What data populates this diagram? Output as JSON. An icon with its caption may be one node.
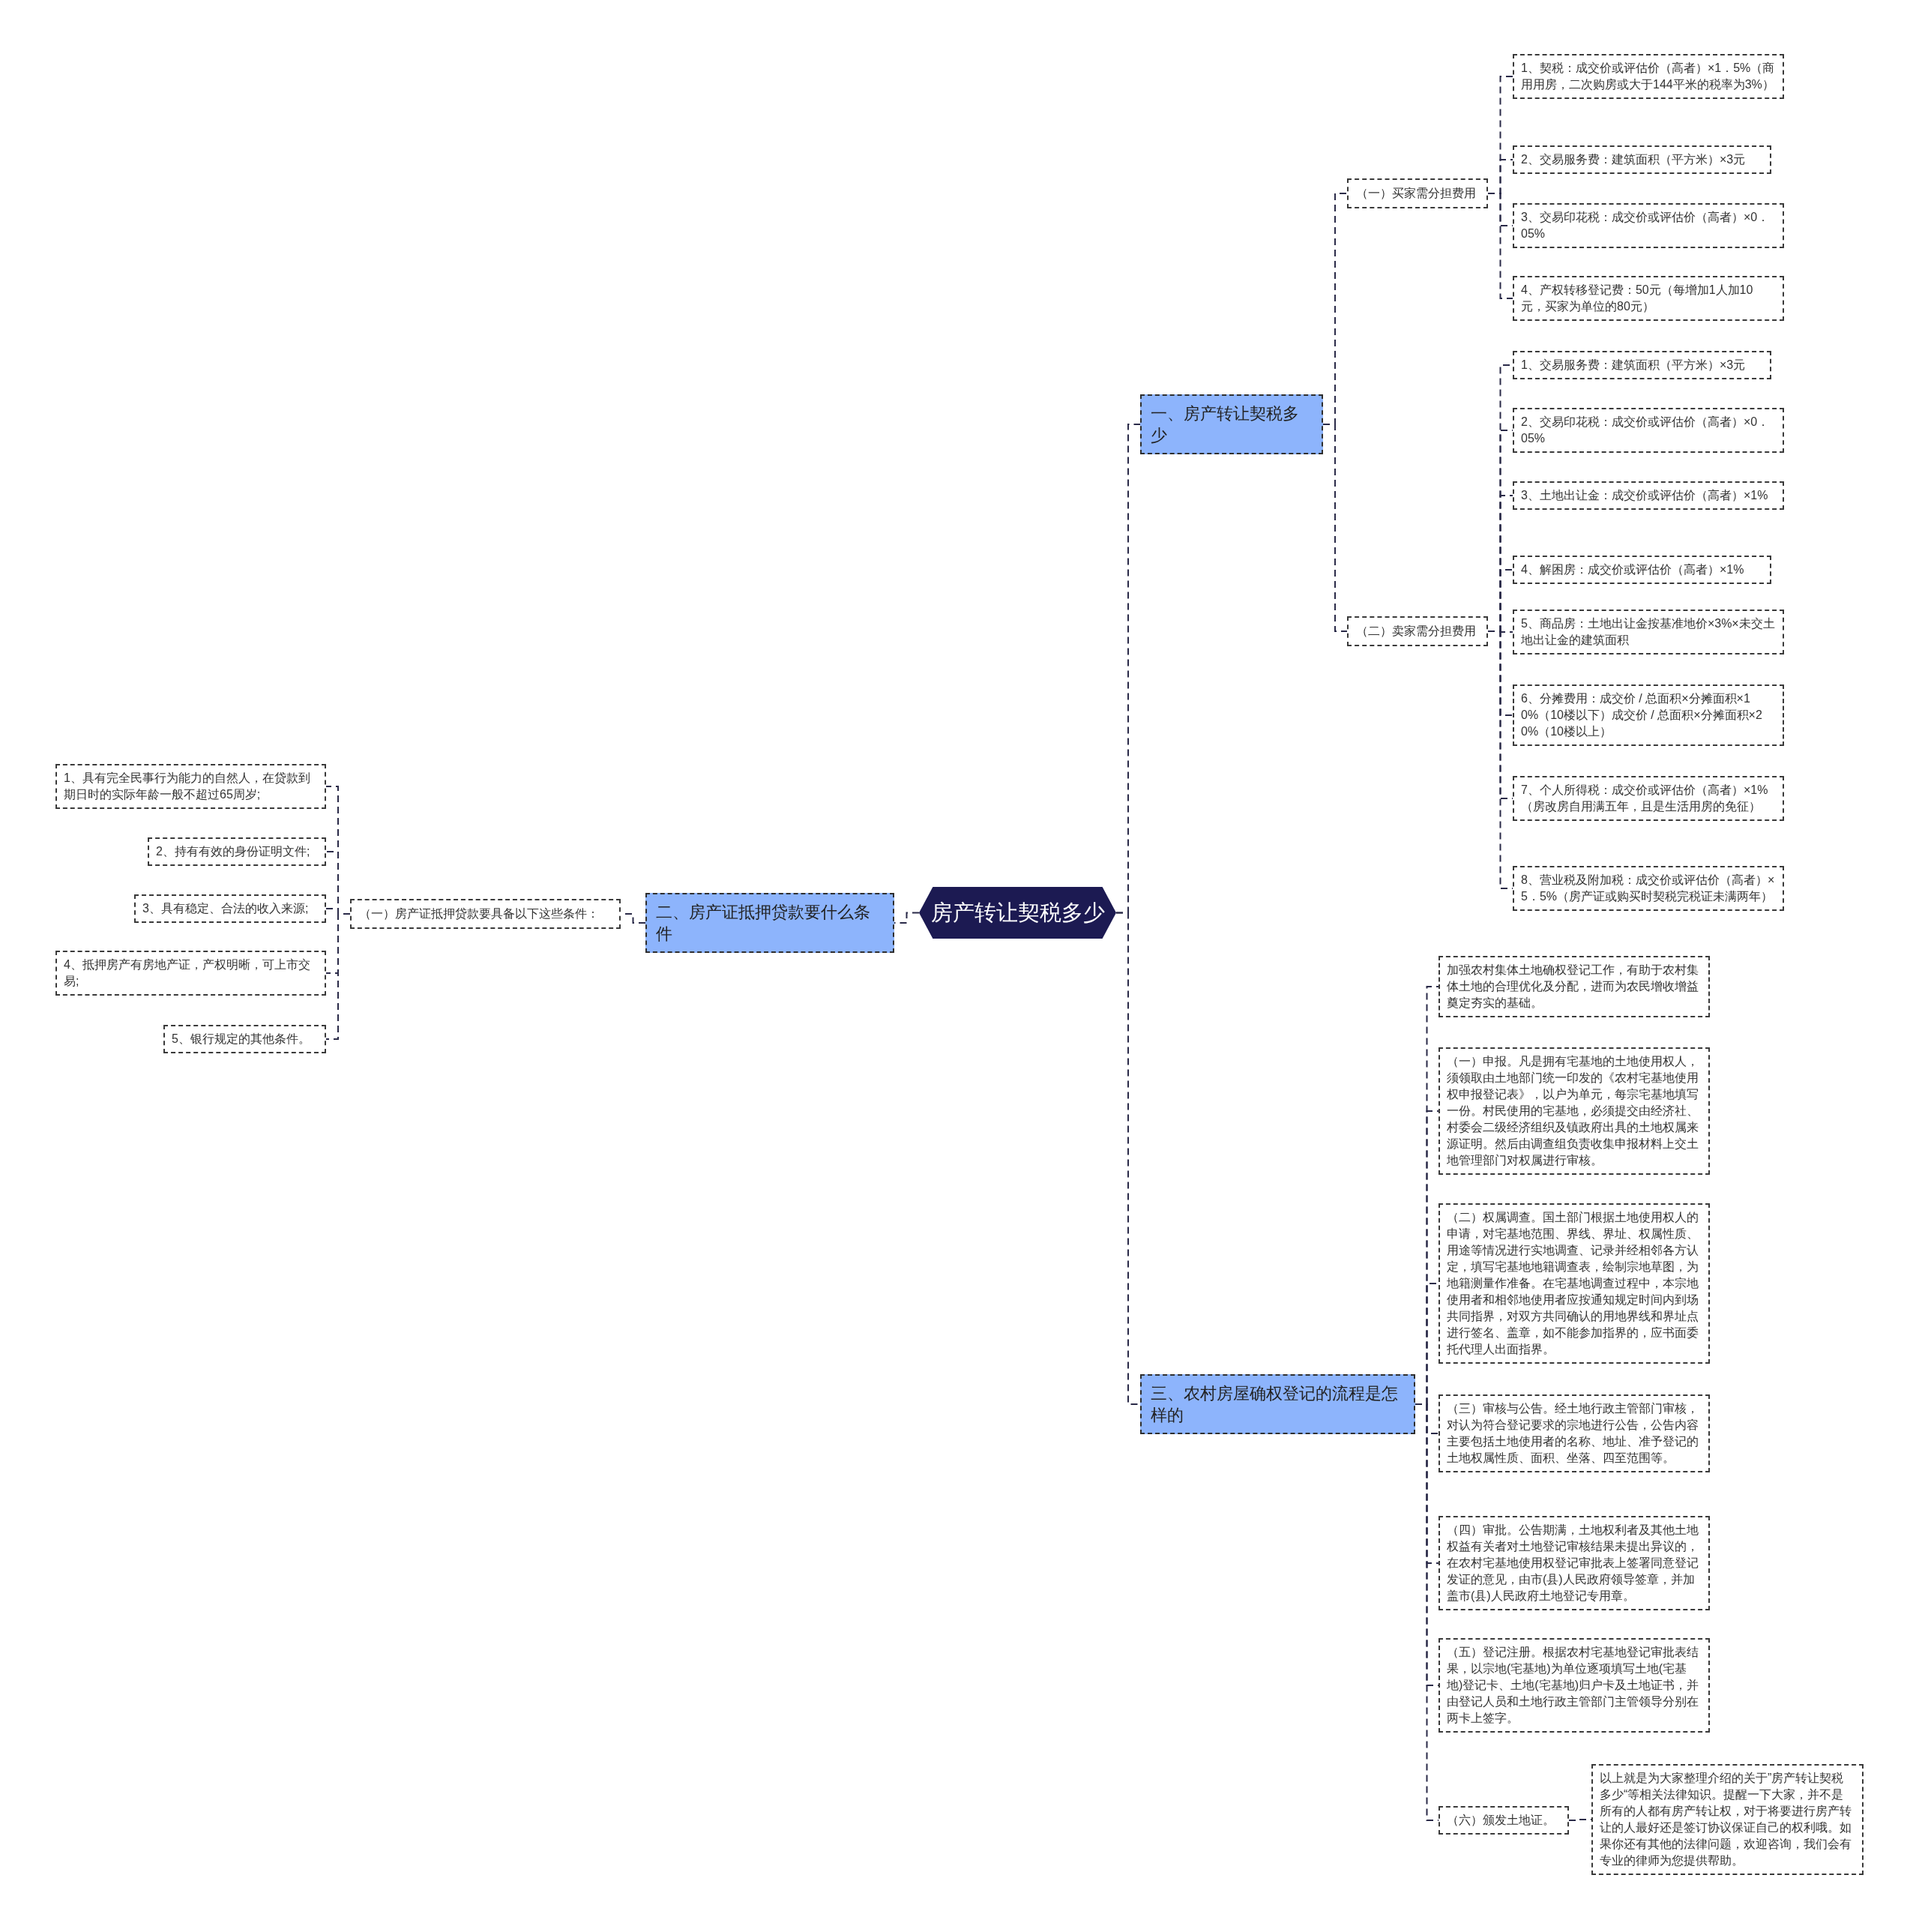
{
  "diagram": {
    "nodes": [
      {
        "text": [
          "房产转让契税多少"
        ]
      },
      {
        "text": [
          "一、房产转让契税多少"
        ]
      },
      {
        "text": [
          "（一）买家需分担费用"
        ]
      },
      {
        "text": [
          "1、契税：成交价或评估价（高者）×1．5%（商用用房，二次购房或大于144平米的税率为3%）"
        ]
      },
      {
        "text": [
          "2、交易服务费：建筑面积（平方米）×3元"
        ]
      },
      {
        "text": [
          "3、交易印花税：成交价或评估价（高者）×0．05%"
        ]
      },
      {
        "text": [
          "4、产权转移登记费：50元（每增加1人加10元，买家为单位的80元）"
        ]
      },
      {
        "text": [
          "（二）卖家需分担费用"
        ]
      },
      {
        "text": [
          "1、交易服务费：建筑面积（平方米）×3元"
        ]
      },
      {
        "text": [
          "2、交易印花税：成交价或评估价（高者）×0．05%"
        ]
      },
      {
        "text": [
          "3、土地出让金：成交价或评估价（高者）×1%"
        ]
      },
      {
        "text": [
          "4、解困房：成交价或评估价（高者）×1%"
        ]
      },
      {
        "text": [
          "5、商品房：土地出让金按基准地价×3%×未交土地出让金的建筑面积"
        ]
      },
      {
        "text": [
          "6、分摊费用：成交价 / 总面积×分摊面积×10%（10楼以下）成交价 / 总面积×分摊面积×20%（10楼以上）"
        ]
      },
      {
        "text": [
          "7、个人所得税：成交价或评估价（高者）×1%（房改房自用满五年，且是生活用房的免征）"
        ]
      },
      {
        "text": [
          "8、营业税及附加税：成交价或评估价（高者）×5．5%（房产证或购买时契税完税证未满两年）"
        ]
      },
      {
        "text": [
          "二、房产证抵押贷款要什么条件"
        ]
      },
      {
        "text": [
          "（一）房产证抵押贷款要具备以下这些条件："
        ]
      },
      {
        "text": [
          "1、具有完全民事行为能力的自然人，在贷款到期日时的实际年龄一般不超过65周岁;"
        ]
      },
      {
        "text": [
          "2、持有有效的身份证明文件;"
        ]
      },
      {
        "text": [
          "3、具有稳定、合法的收入来源;"
        ]
      },
      {
        "text": [
          "4、抵押房产有房地产证，产权明晰，可上市交易;"
        ]
      },
      {
        "text": [
          "5、银行规定的其他条件。"
        ]
      },
      {
        "text": [
          "三、农村房屋确权登记的流程是怎样的"
        ]
      },
      {
        "text": [
          "加强农村集体土地确权登记工作，有助于农村集体土地的合理优化及分配，进而为农民增收增益奠定夯实的基础。"
        ]
      },
      {
        "text": [
          "（一）申报。凡是拥有宅基地的土地使用权人，须领取由土地部门统一印发的《农村宅基地使用权申报登记表》，以户为单元，每宗宅基地填写一份。村民使用的宅基地，必须提交由经济社、村委会二级经济组织及镇政府出具的土地权属来源证明。然后由调查组负责收集申报材料上交土地管理部门对权属进行审核。"
        ]
      },
      {
        "text": [
          "（二）权属调查。国土部门根据土地使用权人的申请，对宅基地范围、界线、界址、权属性质、用途等情况进行实地调查、记录并经相邻各方认定，填写宅基地地籍调查表，绘制宗地草图，为地籍测量作准备。在宅基地调查过程中，本宗地使用者和相邻地使用者应按通知规定时间内到场共同指界，对双方共同确认的用地界线和界址点进行签名、盖章，如不能参加指界的，应书面委托代理人出面指界。"
        ]
      },
      {
        "text": [
          "（三）审核与公告。经土地行政主管部门审核，对认为符合登记要求的宗地进行公告，公告内容主要包括土地使用者的名称、地址、准予登记的土地权属性质、面积、坐落、四至范围等。"
        ]
      },
      {
        "text": [
          "（四）审批。公告期满，土地权利者及其他土地权益有关者对土地登记审核结果未提出异议的，在农村宅基地使用权登记审批表上签署同意登记发证的意见，由市(县)人民政府领导签章，并加盖市(县)人民政府土地登记专用章。"
        ]
      },
      {
        "text": [
          "（五）登记注册。根据农村宅基地登记审批表结果，以宗地(宅基地)为单位逐项填写土地(宅基地)登记卡、土地(宅基地)归户卡及土地证书，并由登记人员和土地行政主管部门主管领导分别在两卡上签字。"
        ]
      },
      {
        "text": [
          "（六）颁发土地证。"
        ]
      },
      {
        "text": [
          "以上就是为大家整理介绍的关于”房产转让契税多少“等相关法律知识。提醒一下大家，并不是所有的人都有房产转让权，对于将要进行房产转让的人最好还是签订协议保证自己的权利哦。如果你还有其他的法律问题，欢迎咨询，我们会有专业的律师为您提供帮助。"
        ]
      }
    ],
    "edges": [
      {
        "from": 0,
        "to": 1,
        "arrow": "none",
        "style": "dashed"
      },
      {
        "from": 1,
        "to": 2,
        "arrow": "none",
        "style": "dashed"
      },
      {
        "from": 2,
        "to": 3,
        "arrow": "none",
        "style": "dashed"
      },
      {
        "from": 2,
        "to": 4,
        "arrow": "none",
        "style": "dashed"
      },
      {
        "from": 2,
        "to": 5,
        "arrow": "none",
        "style": "dashed"
      },
      {
        "from": 2,
        "to": 6,
        "arrow": "none",
        "style": "dashed"
      },
      {
        "from": 1,
        "to": 7,
        "arrow": "none",
        "style": "dashed"
      },
      {
        "from": 7,
        "to": 8,
        "arrow": "none",
        "style": "dashed"
      },
      {
        "from": 7,
        "to": 9,
        "arrow": "none",
        "style": "dashed"
      },
      {
        "from": 7,
        "to": 10,
        "arrow": "none",
        "style": "dashed"
      },
      {
        "from": 7,
        "to": 11,
        "arrow": "none",
        "style": "dashed"
      },
      {
        "from": 7,
        "to": 12,
        "arrow": "none",
        "style": "dashed"
      },
      {
        "from": 7,
        "to": 13,
        "arrow": "none",
        "style": "dashed"
      },
      {
        "from": 7,
        "to": 14,
        "arrow": "none",
        "style": "dashed"
      },
      {
        "from": 7,
        "to": 15,
        "arrow": "none",
        "style": "dashed"
      },
      {
        "from": 0,
        "to": 16,
        "arrow": "none",
        "style": "dashed"
      },
      {
        "from": 16,
        "to": 17,
        "arrow": "none",
        "style": "dashed"
      },
      {
        "from": 17,
        "to": 18,
        "arrow": "none",
        "style": "dashed"
      },
      {
        "from": 17,
        "to": 19,
        "arrow": "none",
        "style": "dashed"
      },
      {
        "from": 17,
        "to": 20,
        "arrow": "none",
        "style": "dashed"
      },
      {
        "from": 17,
        "to": 21,
        "arrow": "none",
        "style": "dashed"
      },
      {
        "from": 17,
        "to": 22,
        "arrow": "none",
        "style": "dashed"
      },
      {
        "from": 0,
        "to": 23,
        "arrow": "none",
        "style": "dashed"
      },
      {
        "from": 23,
        "to": 24,
        "arrow": "none",
        "style": "dashed"
      },
      {
        "from": 23,
        "to": 25,
        "arrow": "none",
        "style": "dashed"
      },
      {
        "from": 23,
        "to": 26,
        "arrow": "none",
        "style": "dashed"
      },
      {
        "from": 23,
        "to": 27,
        "arrow": "none",
        "style": "dashed"
      },
      {
        "from": 23,
        "to": 28,
        "arrow": "none",
        "style": "dashed"
      },
      {
        "from": 23,
        "to": 29,
        "arrow": "none",
        "style": "dashed"
      },
      {
        "from": 23,
        "to": 30,
        "arrow": "none",
        "style": "dashed"
      },
      {
        "from": 30,
        "to": 31,
        "arrow": "none",
        "style": "dashed"
      }
    ]
  }
}
